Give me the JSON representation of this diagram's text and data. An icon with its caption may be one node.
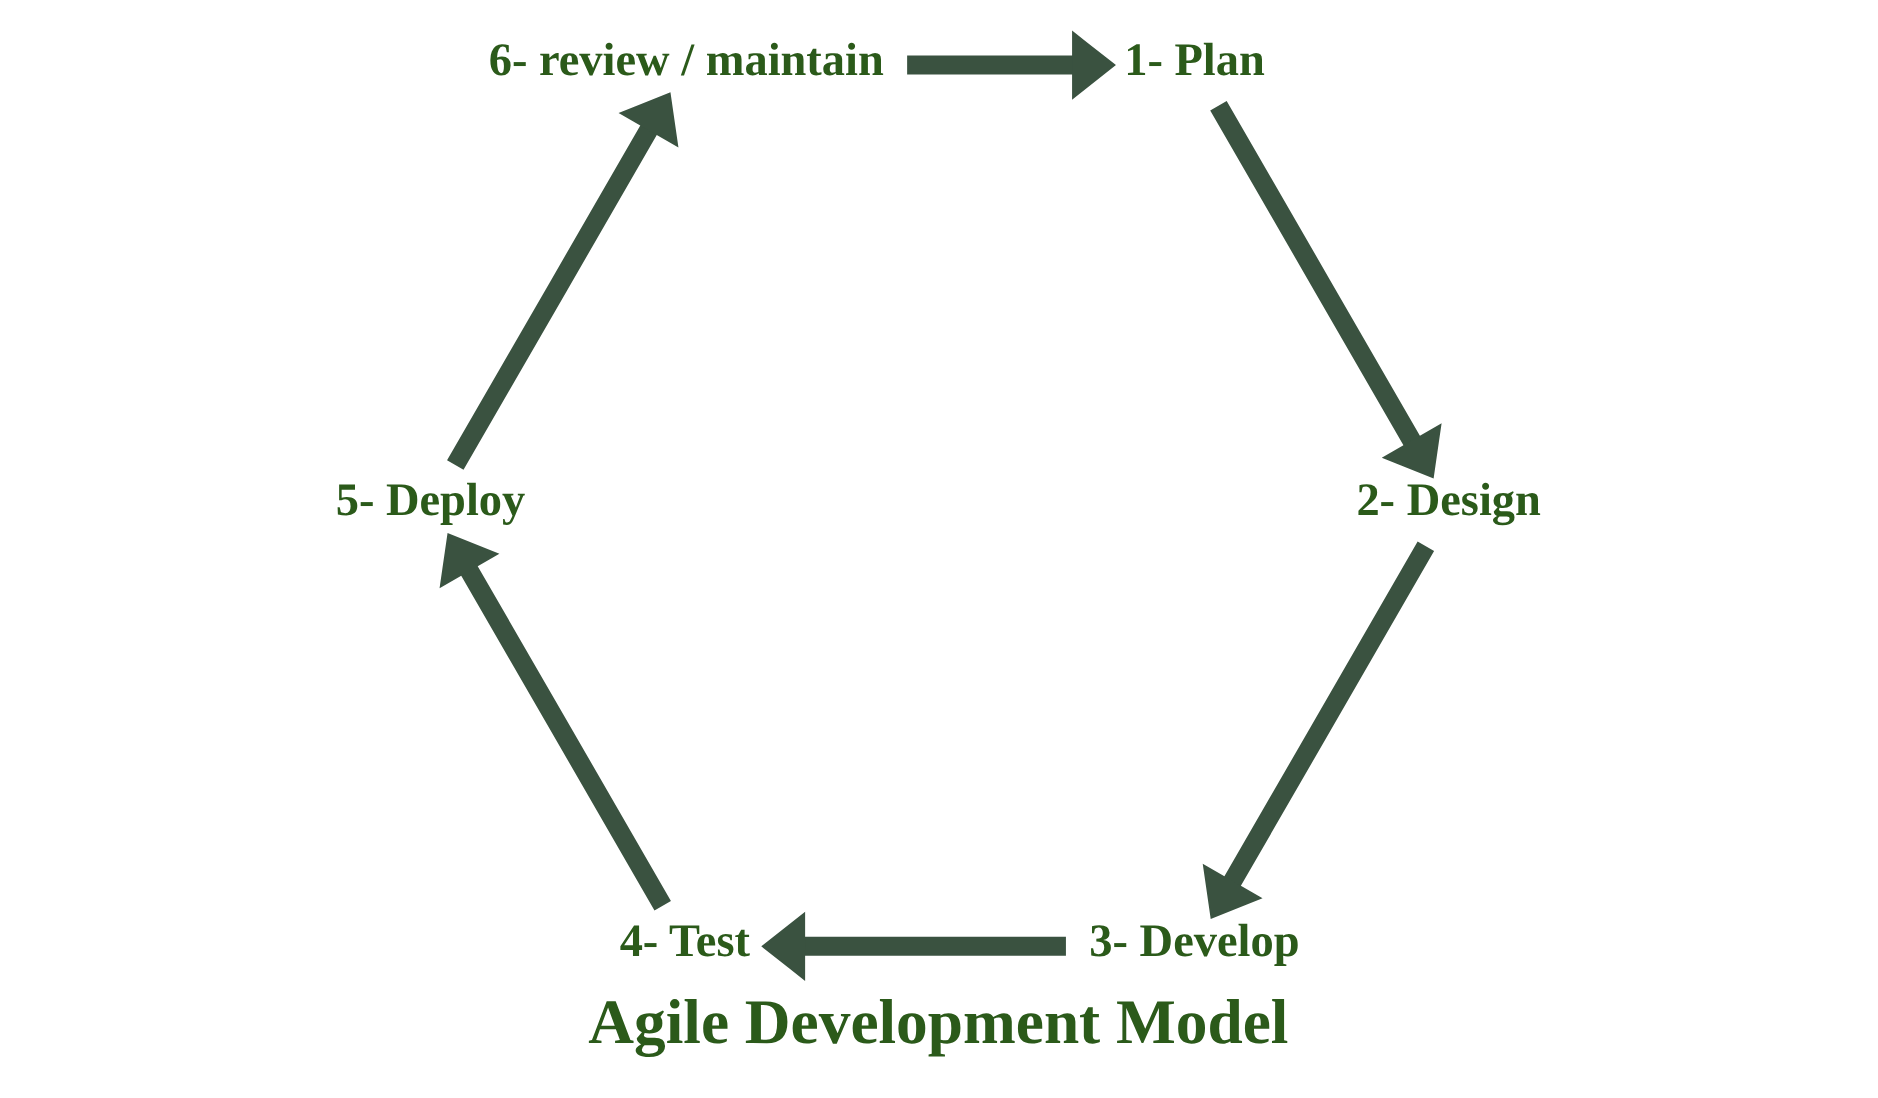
{
  "diagram": {
    "title": "Agile Development Model",
    "nodes": [
      {
        "text": [
          "1- Plan"
        ]
      },
      {
        "text": [
          "2- Design"
        ]
      },
      {
        "text": [
          "3- Develop"
        ]
      },
      {
        "text": [
          "4- Test"
        ]
      },
      {
        "text": [
          "5- Deploy"
        ]
      },
      {
        "text": [
          "6- review / maintain"
        ]
      }
    ],
    "edges": [
      {
        "from": 0,
        "to": 1,
        "arrow": "to"
      },
      {
        "from": 1,
        "to": 2,
        "arrow": "to"
      },
      {
        "from": 2,
        "to": 3,
        "arrow": "to"
      },
      {
        "from": 3,
        "to": 4,
        "arrow": "to"
      },
      {
        "from": 4,
        "to": 5,
        "arrow": "to"
      },
      {
        "from": 5,
        "to": 0,
        "arrow": "to"
      }
    ]
  }
}
